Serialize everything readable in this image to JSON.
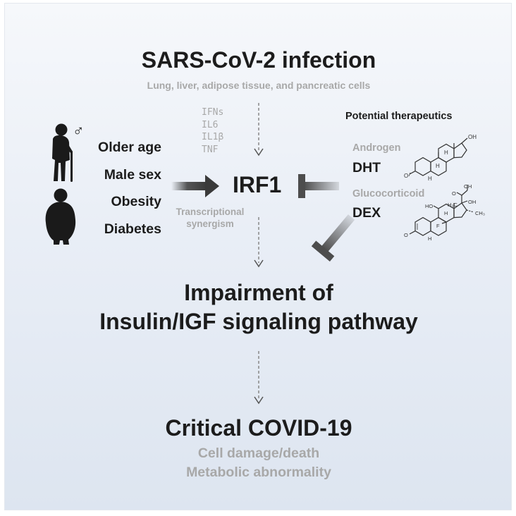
{
  "infection": {
    "title": "SARS-CoV-2 infection",
    "subtitle": "Lung, liver, adipose tissue, and pancreatic cells"
  },
  "cytokines": [
    "IFNs",
    "IL6",
    "IL1β",
    "TNF"
  ],
  "risk_factors": {
    "male_symbol": "♂",
    "items": [
      "Older age",
      "Male sex",
      "Obesity",
      "Diabetes"
    ]
  },
  "irf1": "IRF1",
  "synergism": [
    "Transcriptional",
    "synergism"
  ],
  "therapeutics": {
    "title": "Potential therapeutics",
    "androgen": {
      "class": "Androgen",
      "name": "DHT",
      "molecule_labels": [
        "OH",
        "O",
        "H",
        "H",
        "H"
      ]
    },
    "glucocorticoid": {
      "class": "Glucocorticoid",
      "name": "DEX",
      "molecule_labels": [
        "OH",
        "HO",
        "H₃C",
        "O",
        "OH",
        "F",
        "CH₃",
        "O",
        "H",
        "H"
      ]
    }
  },
  "impairment": [
    "Impairment of",
    "Insulin/IGF signaling pathway"
  ],
  "outcome": {
    "title": "Critical COVID-19",
    "details": [
      "Cell damage/death",
      "Metabolic abnormality"
    ]
  },
  "colors": {
    "dark": "#1c1c1c",
    "gray_text": "#a8a8a8",
    "arrow_dark": "#3a3a3a",
    "inhibitor": "#4d4d4d",
    "silhouette": "#1a1a1a"
  }
}
